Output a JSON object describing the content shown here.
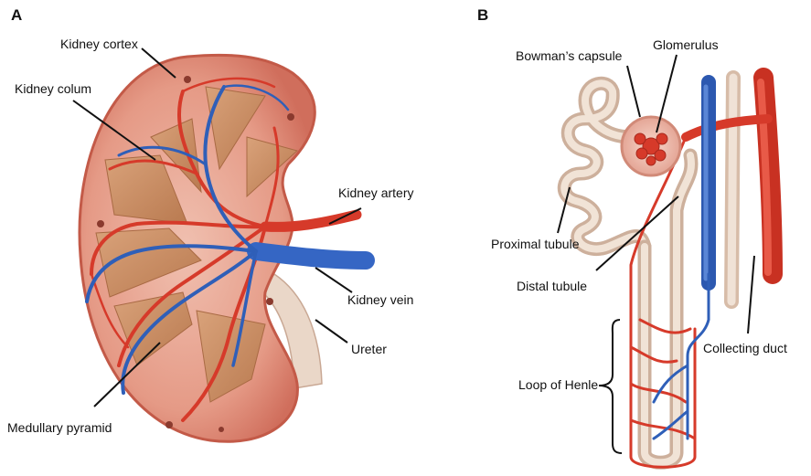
{
  "panels": {
    "a": {
      "letter": "A",
      "labels": {
        "kidney_cortex": "Kidney cortex",
        "kidney_column": "Kidney colum",
        "kidney_artery": "Kidney artery",
        "kidney_vein": "Kidney vein",
        "ureter": "Ureter",
        "medullary_pyramid": "Medullary pyramid"
      }
    },
    "b": {
      "letter": "B",
      "labels": {
        "bowmans_capsule": "Bowman’s capsule",
        "glomerulus": "Glomerulus",
        "proximal_tubule": "Proximal tubule",
        "distal_tubule": "Distal tubule",
        "collecting_duct": "Collecting duct",
        "loop_of_henle": "Loop of Henle"
      }
    }
  },
  "colors": {
    "artery": "#d63a2a",
    "vein": "#2f5fb8",
    "tissue": "#e8a08a",
    "pyramid": "#c98a5e",
    "tubule": "#ead6c6"
  }
}
